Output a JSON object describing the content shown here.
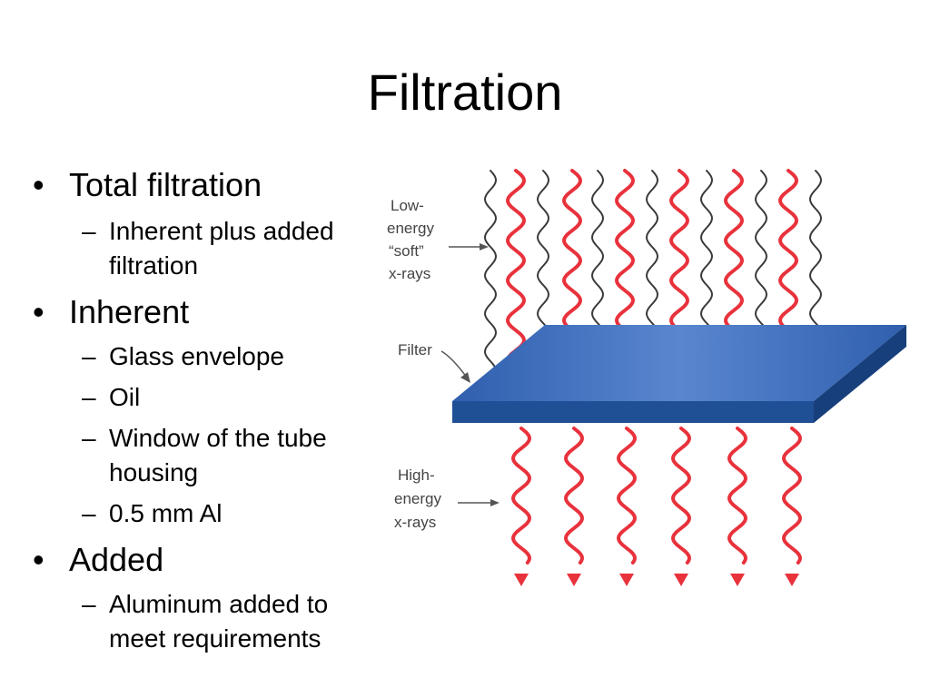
{
  "slide": {
    "title": "Filtration"
  },
  "bullets": [
    {
      "text": "Total filtration",
      "sub": [
        "Inherent plus added filtration"
      ]
    },
    {
      "text": "Inherent",
      "sub": [
        "Glass envelope",
        "Oil",
        "Window of the tube housing",
        "0.5 mm Al"
      ]
    },
    {
      "text": "Added",
      "sub": [
        "Aluminum added to meet requirements"
      ]
    }
  ],
  "markers": {
    "level1": "•",
    "level2": "–"
  },
  "diagram": {
    "labels": {
      "low_energy": [
        "Low-",
        "energy",
        "“soft”",
        "x-rays"
      ],
      "filter": "Filter",
      "high_energy": [
        "High-",
        "energy",
        "x-rays"
      ]
    },
    "colors": {
      "soft_ray": "#3a3a3a",
      "hard_ray": "#e8323c",
      "filter_top": "#3f6fc0",
      "filter_side": "#1f4f95",
      "label_text": "#444444"
    }
  }
}
